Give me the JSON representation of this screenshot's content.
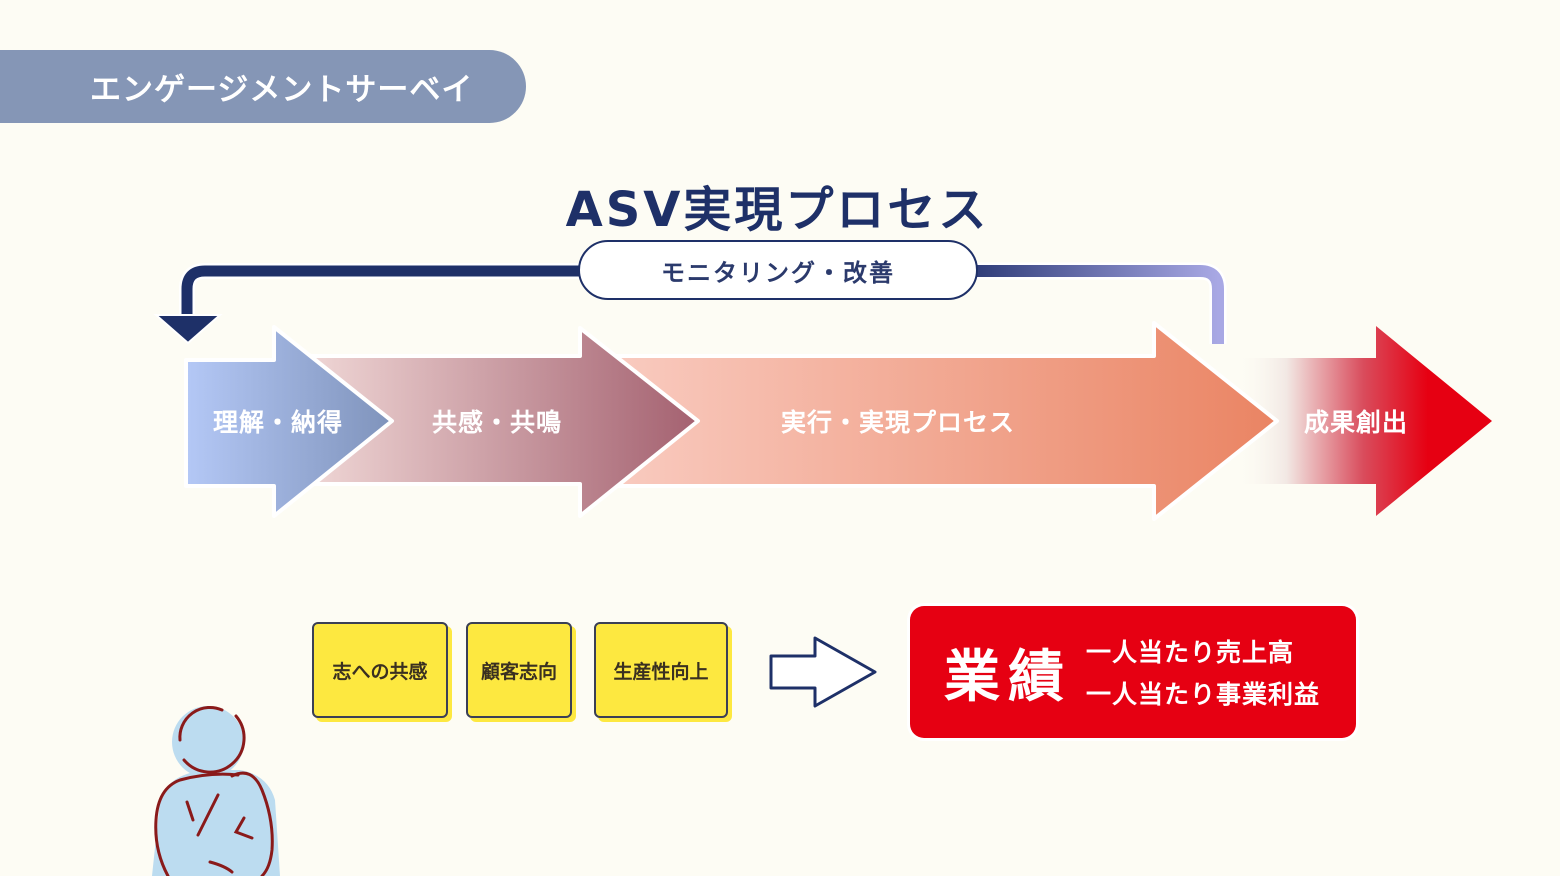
{
  "section_tag": "エンゲージメントサーベイ",
  "title": "ASV実現プロセス",
  "feedback_loop": {
    "label": "モニタリング・改善",
    "icon": "return-arrow-icon"
  },
  "process_steps": [
    {
      "label": "理解・納得",
      "color_start": "#b4c8f6",
      "color_end": "#7f93bb"
    },
    {
      "label": "共感・共鳴",
      "color_start": "#edd0d0",
      "color_end": "#a46170"
    },
    {
      "label": "実行・実現プロセス",
      "color_start": "#f9cbc0",
      "color_end": "#ea8463"
    },
    {
      "label": "成果創出",
      "color_start": "#fdfcf4",
      "color_end": "#e60012"
    }
  ],
  "factors": [
    {
      "label": "志への共感"
    },
    {
      "label": "顧客志向"
    },
    {
      "label": "生産性向上"
    }
  ],
  "result": {
    "title": "業績",
    "lines": [
      "一人当たり売上高",
      "一人当たり事業利益"
    ]
  },
  "colors": {
    "background": "#fdfcf4",
    "navy": "#1e3068",
    "tag": "#8596b6",
    "factor_yellow": "#fde840",
    "result_red": "#e60012",
    "figure_fill": "#bcdcf0",
    "figure_stroke": "#8a1a1a"
  }
}
